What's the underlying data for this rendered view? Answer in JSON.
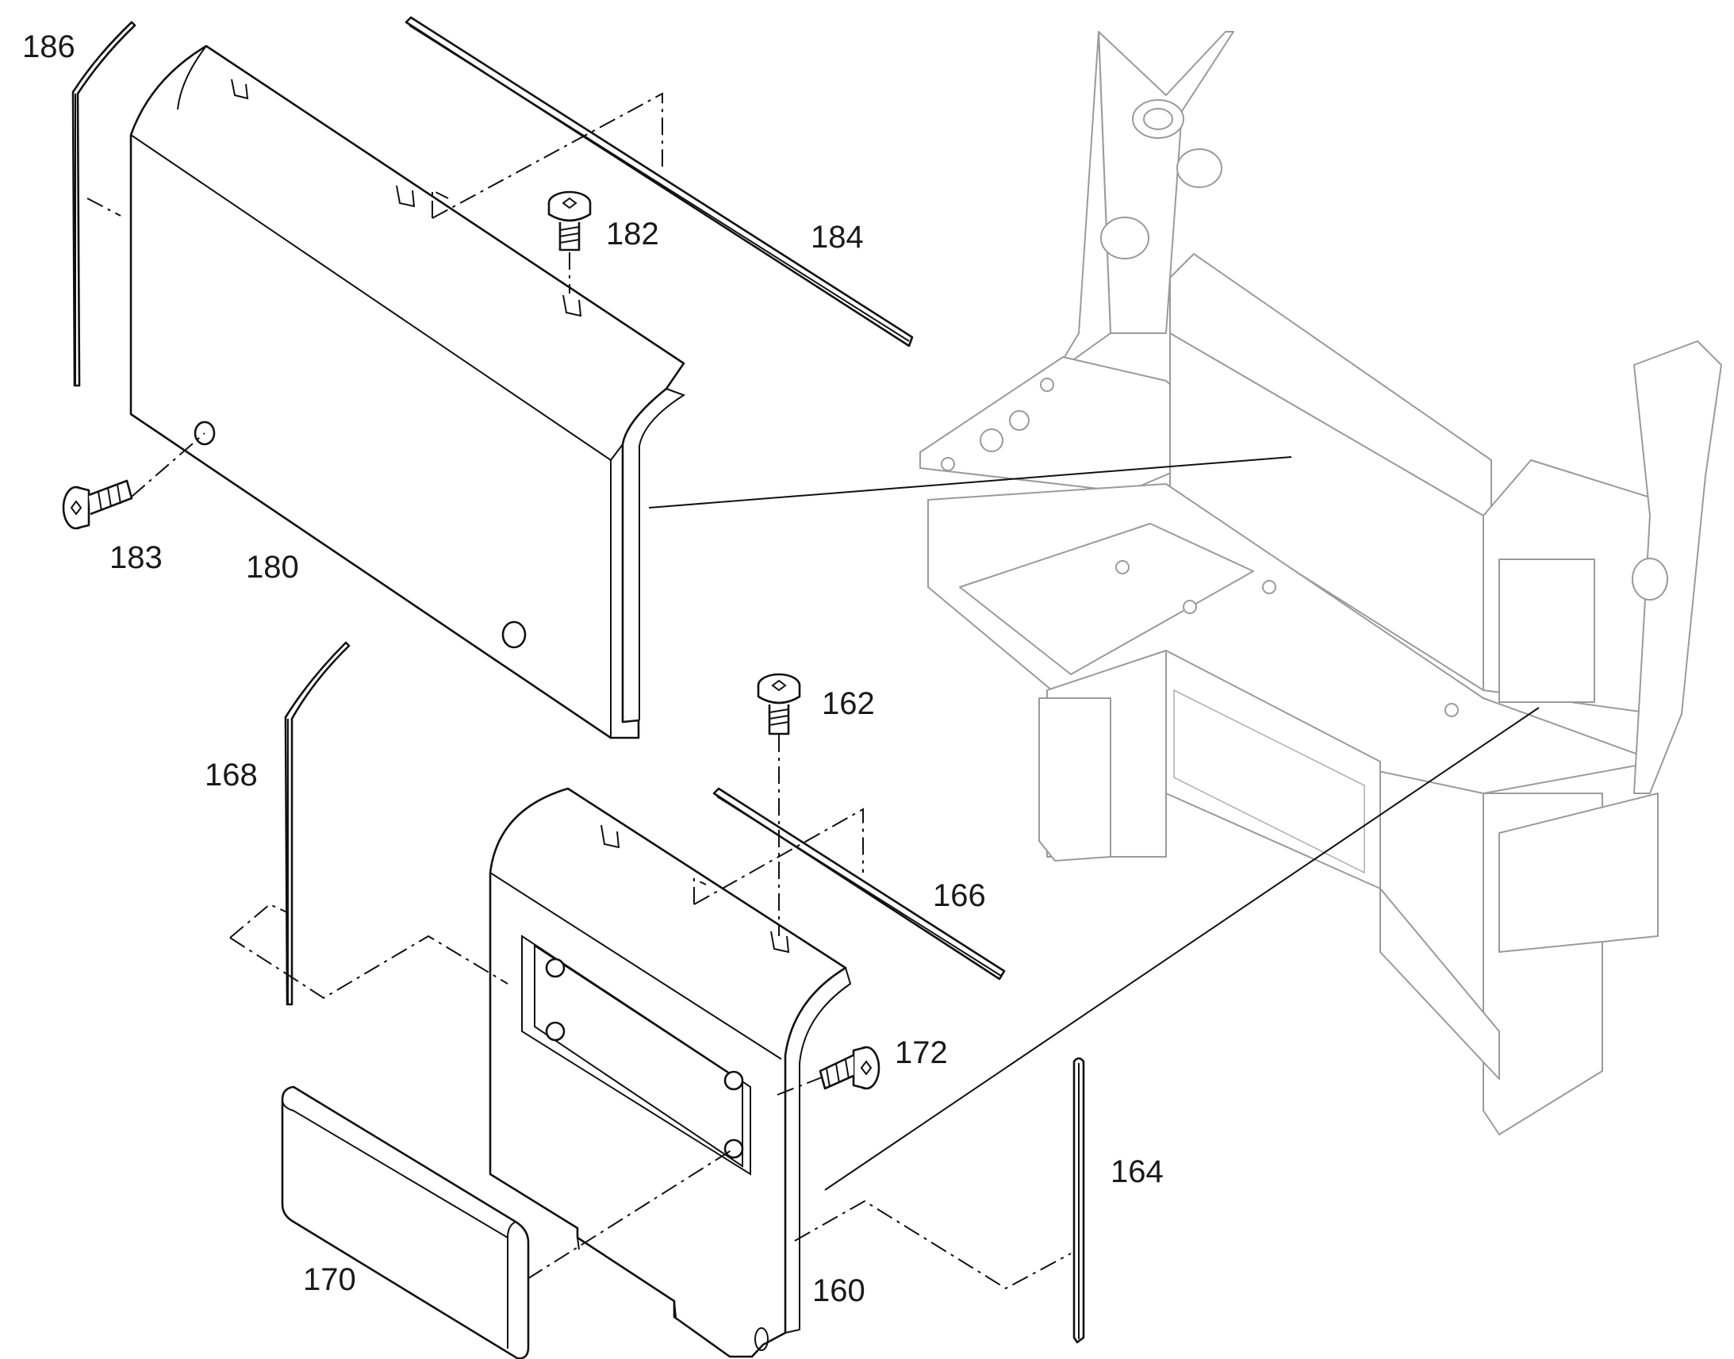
{
  "diagram": {
    "part_labels": {
      "p160": "160",
      "p162": "162",
      "p164": "164",
      "p166": "166",
      "p168": "168",
      "p170": "170",
      "p172": "172",
      "p180": "180",
      "p182": "182",
      "p183": "183",
      "p184": "184",
      "p186": "186"
    }
  }
}
